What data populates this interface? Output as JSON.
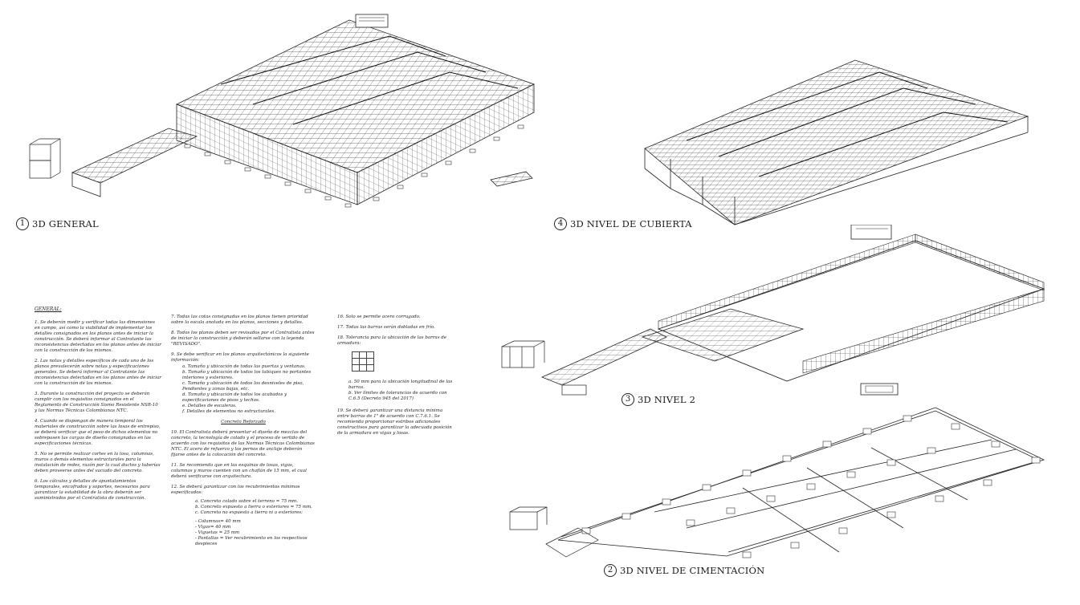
{
  "views": [
    {
      "num": "1",
      "label": "3D GENERAL"
    },
    {
      "num": "4",
      "label": "3D NIVEL DE CUBIERTA"
    },
    {
      "num": "3",
      "label": "3D NIVEL 2"
    },
    {
      "num": "2",
      "label": "3D NIVEL DE CIMENTACIÓN"
    }
  ],
  "notes": {
    "heading": "GENERAL:",
    "col1": [
      "1.      Se deberán medir y verificar todas las dimensiones en campo, así como la viabilidad de implementar los detalles consignados en los planos antes de iniciar la construcción. Se deberá informar al Contratante las inconsistencias detectadas en los planos antes de iniciar con la construcción de los mismos.",
      "2.      Las notas y detalles específicos de cada uno de los planos prevalecerán sobre notas y especificaciones generales. Se deberá informar al Contratante las inconsistencias detectadas en los planos antes de iniciar con la construcción de los mismos.",
      "3.      Durante la construcción del proyecto se deberán cumplir con los requisitos consignados en el Reglamento de Construcción Sismo Resistente NSR-10 y las Normas Técnicas Colombianas NTC.",
      "4.      Cuando se dispongan de manera temporal los materiales de construcción sobre las losas de entrepiso, se deberá verificar que el peso de dichos elementos no sobrepasen las cargas de diseño consignadas en las especificaciones técnicas.",
      "5.      No se permite realizar cortes en la losa, columnas, muros o demás elementos estructurales para la instalación de redes, razón por la cual ductos y tuberías deben proveerse antes del vaciado del concreto.",
      "6.      Los cálculos y detalles de apuntalamientos temporales, encofrados y soportes, necesarios para garantizar la estabilidad de la obra deberán ser suministrados por el Contratista de construcción."
    ],
    "col2_intro": [
      "7.      Todas las cotas consignadas en los planos tienen prioridad sobre la escala anotada en los planos, secciones y detalles.",
      "8.      Todos los planos deben ser revisados por el Contratista antes de iniciar la construcción y deberán sellarse con la leyenda \"REVISADO\".",
      "9.      Se debe verificar en los planos arquitectónicos la siguiente información:"
    ],
    "col2_list9": [
      "a.      Tamaño y ubicación de todas las puertas y ventanas.",
      "b.      Tamaño y ubicación de todos los tabiques no portantes    interiores y exteriores.",
      "c.      Tamaño y ubicación de todos los desniveles de piso, Pendientes y zonas bajas, etc.",
      "d.      Tamaño y ubicación de todos los acabados y especificaciones de pisos y techos.",
      "e.      Detalles de escaleras.",
      "f.      Detalles de elementos no estructurales."
    ],
    "col2_subheading": "Concreto Reforzado",
    "col2_more": [
      "10.    El Contratista deberá presentar el diseño de mezclas del concreto, la tecnología de colado y el proceso de vertido de acuerdo con los requisitos de las Normas Técnicas Colombianas NTC. El acero de refuerzo y los pernos de anclaje deberán fijarse antes de la colocación del concreto.",
      "11.    Se recomienda que en las esquinas de losas, vigas, columnas y muros cuenten con un chaflán de 15 mm, el cual deberá verificarse con arquitectura.",
      "12.    Se deberá garantizar con los recubrimientos mínimos especificados:"
    ],
    "col2_list12": [
      "a.      Concreto colado sobre el terreno = 75 mm.",
      "b.      Concreto expuesto a tierra o exteriores = 75 mm.",
      "c.      Concreto no expuesto a tierra ni a exteriores:"
    ],
    "col2_list12c": [
      "-        Columnas= 40 mm",
      "-        Vigas= 40 mm",
      "-        Viguetas = 25 mm",
      "-        Pantallas = Ver recubrimiento en los respectivos despieces"
    ],
    "col3": [
      "16.    Solo se permite acero corrugado.",
      "17.    Todas las barras serán dobladas en frío.",
      "18.    Tolerancia para la ubicación de las barras de armadura:"
    ],
    "col3_after_table": [
      "a.      50  mm para la ubicación longitudinal de las barras.",
      "b.      Ver límites de tolerancias de acuerdo con C.6.5 (Decreto      945 del 2017)"
    ],
    "col3_last": "19.    Se deberá garantizar una distancia mínima entre barras de 1\" de acuerdo con C.7.6.1. Se recomienda proporcionar estribos adicionales constructivos para garantizar la adecuada posición de  la armadura en vigas y losas."
  }
}
